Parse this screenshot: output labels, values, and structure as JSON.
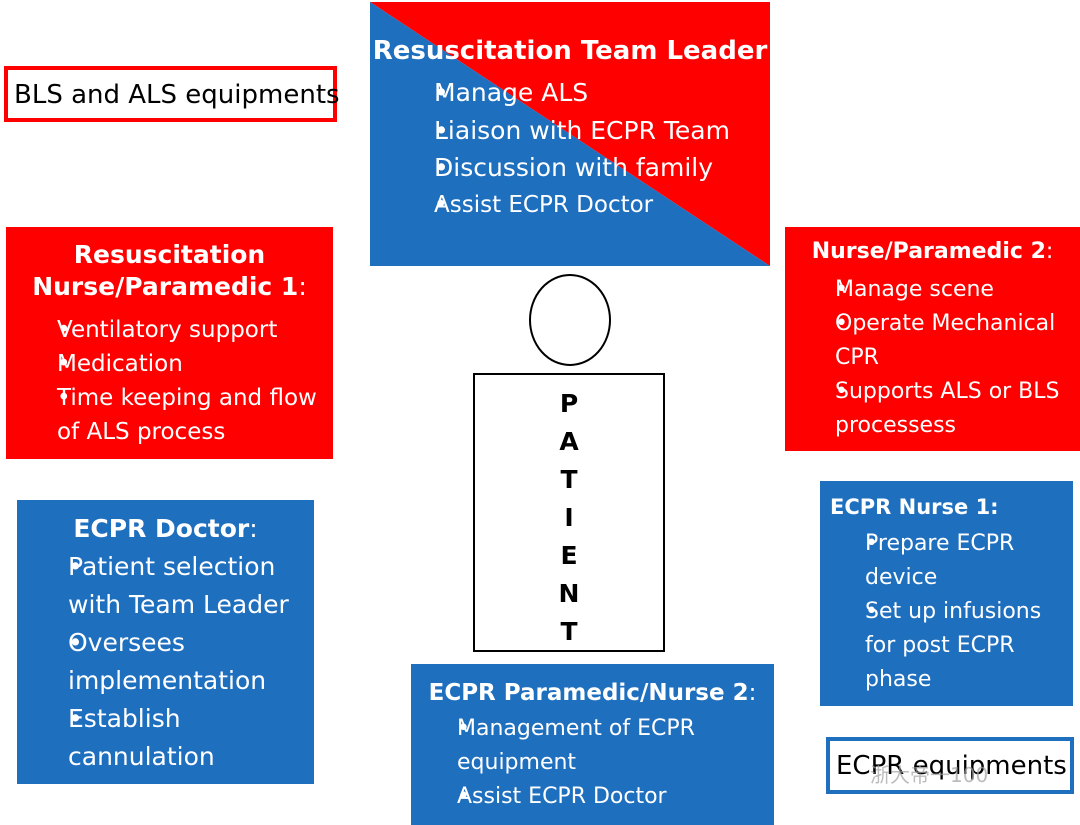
{
  "equipment_labels": {
    "bls_als": "BLS and ALS equipments",
    "ecpr": "ECPR equipments"
  },
  "watermark": "浙大帝一100",
  "team_leader": {
    "title": "Resuscitation Team Leader",
    "items": [
      "Manage ALS",
      "Liaison with ECPR Team",
      "Discussion with family",
      "Assist ECPR Doctor"
    ]
  },
  "nurse1": {
    "title_line1": "Resuscitation",
    "title_line2": "Nurse/Paramedic 1",
    "suffix": ":",
    "items": [
      "Ventilatory support",
      "Medication",
      "Time keeping and flow of ALS process"
    ]
  },
  "nurse2": {
    "title": "Nurse/Paramedic 2",
    "suffix": ":",
    "items": [
      "Manage scene",
      "Operate Mechanical CPR",
      "Supports ALS or BLS processess"
    ]
  },
  "ecpr_doctor": {
    "title": "ECPR Doctor",
    "suffix": ":",
    "items": [
      "Patient selection with Team Leader",
      "Oversees implementation",
      "Establish cannulation"
    ]
  },
  "ecpr_nurse1": {
    "title": "ECPR Nurse 1:",
    "items": [
      "Prepare ECPR device",
      "Set up infusions for post ECPR phase"
    ]
  },
  "ecpr_paramedic2": {
    "title": "ECPR Paramedic/Nurse 2",
    "suffix": ":",
    "items": [
      "Management of ECPR equipment",
      "Assist ECPR Doctor"
    ]
  },
  "patient": {
    "letters": [
      "P",
      "A",
      "T",
      "I",
      "E",
      "N",
      "T"
    ]
  },
  "colors": {
    "red": "#ff0000",
    "blue": "#1f6fbf"
  }
}
